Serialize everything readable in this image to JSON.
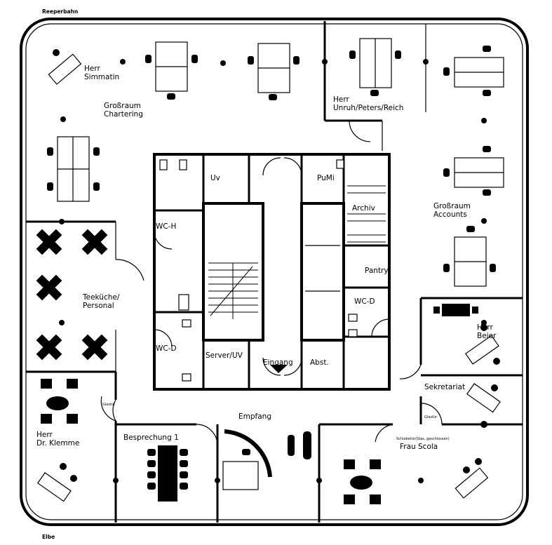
{
  "streets": {
    "top": "Reeperbahn",
    "bottom": "Elbe"
  },
  "rooms": {
    "simmatin": [
      "Herr",
      "Simmatin"
    ],
    "chartering": [
      "Großraum",
      "Chartering"
    ],
    "unruh": [
      "Herr",
      "Unruh/Peters/Reich"
    ],
    "accounts": [
      "Großraum",
      "Accounts"
    ],
    "uv": "Uv",
    "pumi": "PuMi",
    "archiv": "Archiv",
    "wc_h": "WC-H",
    "pantry": "Pantry",
    "wc_d_right": "WC-D",
    "wc_d_left": "WC-D",
    "teekueche": [
      "Teeküche/",
      "Personal"
    ],
    "beier": [
      "Herr",
      "Beier"
    ],
    "server": "Server/UV",
    "eingang": "Eingang",
    "abst": "Abst.",
    "sekretariat": "Sekretariat",
    "empfang": "Empfang",
    "klemme": [
      "Herr",
      "Dr. Klemme"
    ],
    "besprechung": "Besprechung 1",
    "scola": "Frau Scola"
  },
  "door_notes": {
    "left_glass": "Glastür",
    "right_glass": "Glastür",
    "sliding": "Schiebetür(Glas, geschlossen)"
  },
  "colors": {
    "ink": "#000000",
    "paper": "#ffffff"
  }
}
